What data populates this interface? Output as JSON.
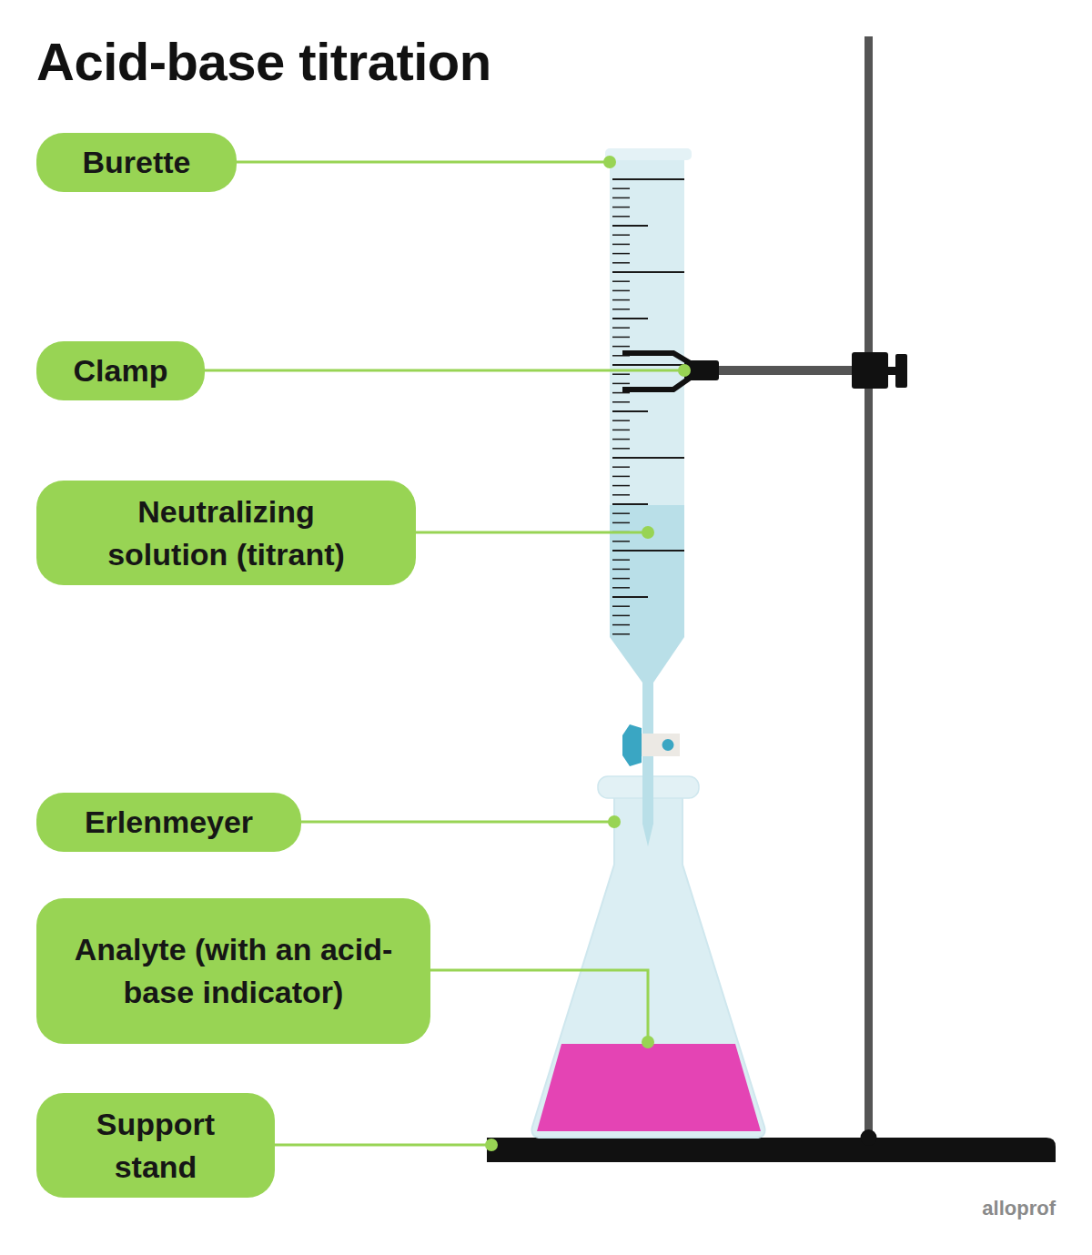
{
  "diagram": {
    "title": "Acid-base titration",
    "nodes": [
      {
        "text": [
          "Burette"
        ]
      },
      {
        "text": [
          "Clamp"
        ]
      },
      {
        "text": [
          "Neutralizing solution (titrant)"
        ]
      },
      {
        "text": [
          "Erlenmeyer"
        ]
      },
      {
        "text": [
          "Analyte (with an acid-base indicator)"
        ]
      },
      {
        "text": [
          "Support stand"
        ]
      }
    ],
    "labels": [
      "alloprof"
    ]
  }
}
